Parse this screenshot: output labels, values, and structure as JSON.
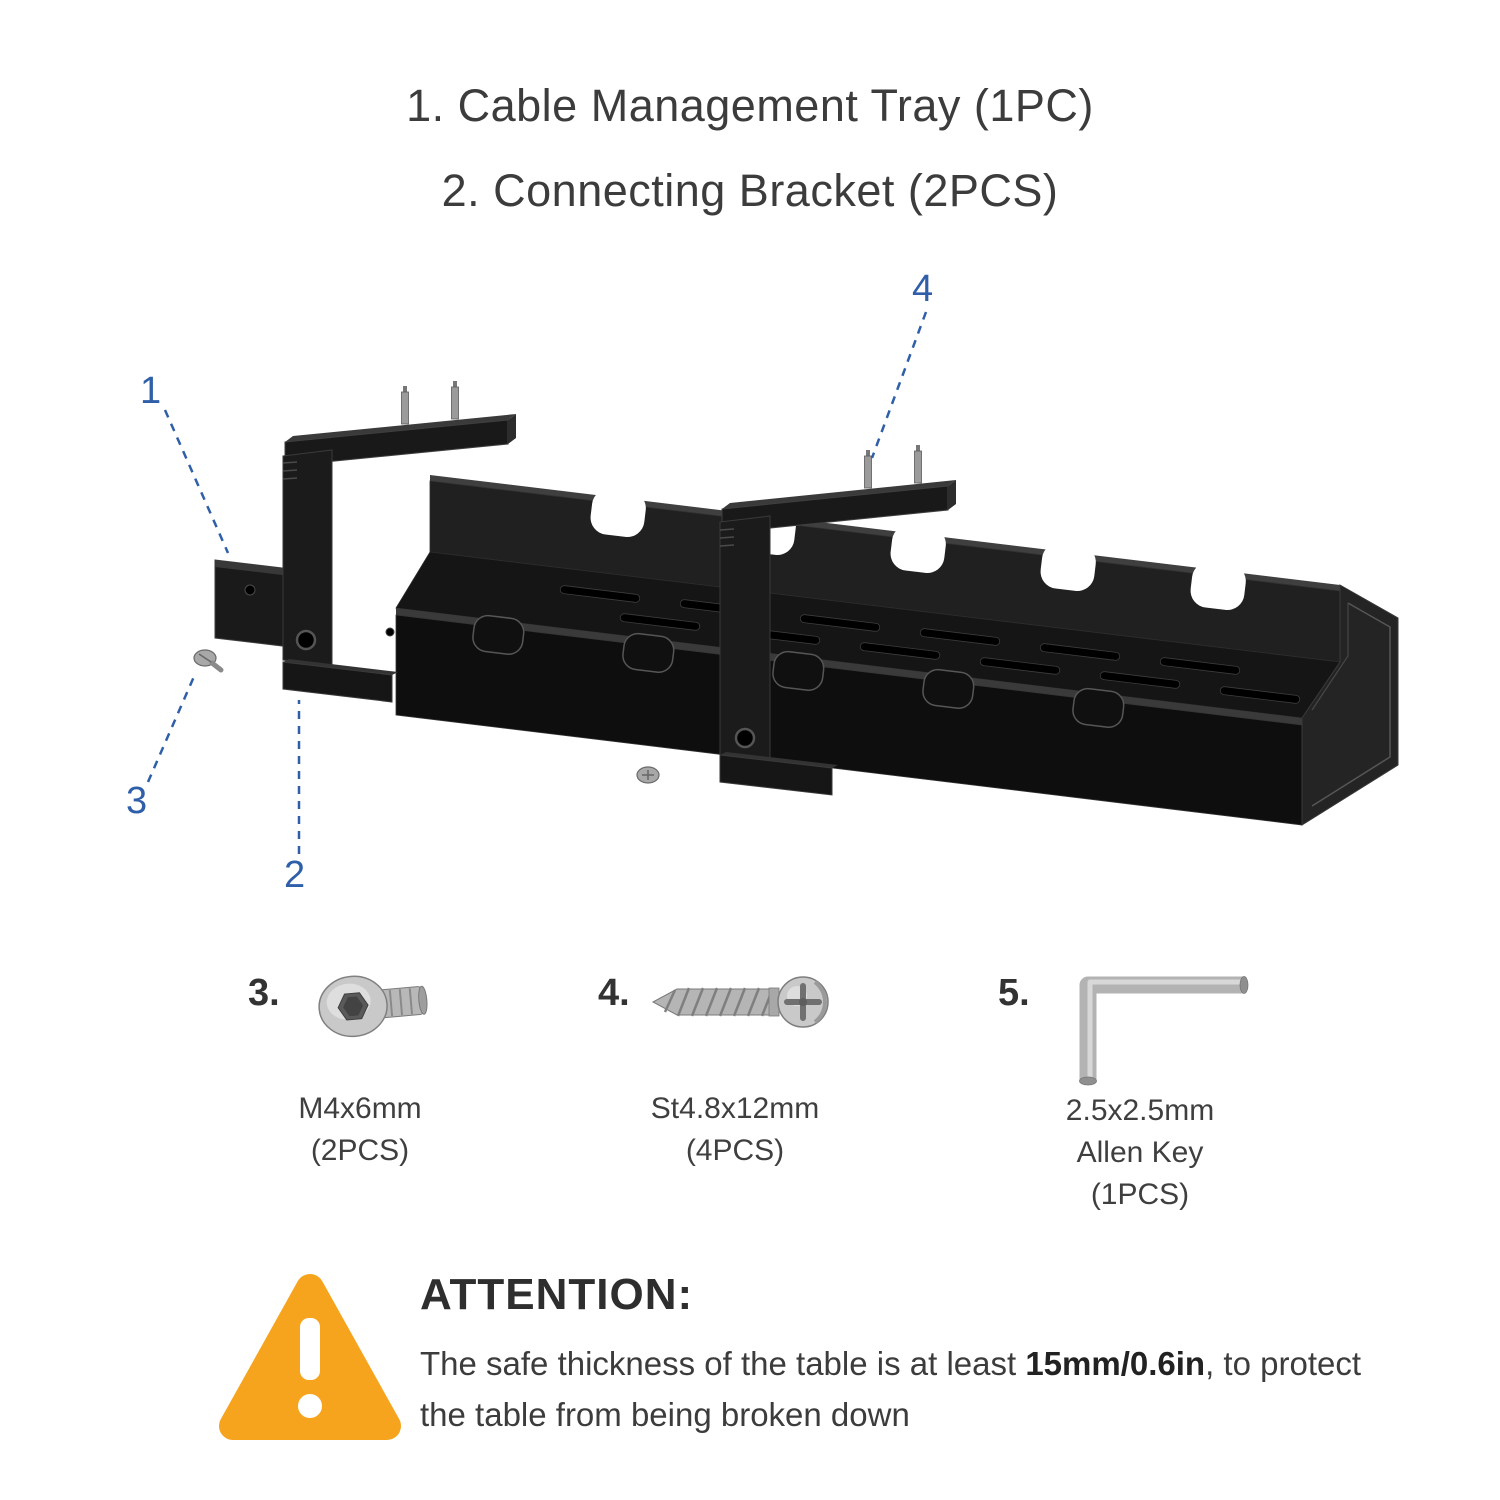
{
  "title": {
    "line1": "1. Cable Management Tray (1PC)",
    "line2": "2. Connecting Bracket (2PCS)"
  },
  "callouts": {
    "c1": "1",
    "c2": "2",
    "c3": "3",
    "c4": "4"
  },
  "parts": [
    {
      "index": "3.",
      "icon": "hex-socket-screw-icon",
      "line1": "M4x6mm",
      "line2": "(2PCS)",
      "line3": ""
    },
    {
      "index": "4.",
      "icon": "self-tapping-screw-icon",
      "line1": "St4.8x12mm",
      "line2": "(4PCS)",
      "line3": ""
    },
    {
      "index": "5.",
      "icon": "allen-key-icon",
      "line1": "2.5x2.5mm",
      "line2": "Allen Key",
      "line3": "(1PCS)"
    }
  ],
  "attention": {
    "icon": "warning-triangle-icon",
    "heading": "ATTENTION:",
    "body_prefix": "The safe thickness of the table is at least ",
    "body_bold": "15mm/0.6in",
    "body_suffix": ", to protect the table from being broken down"
  },
  "colors": {
    "callout_blue": "#2e5fa8",
    "warning_orange": "#F6A41E",
    "text_dark": "#3c3c3c",
    "tray_black": "#161616"
  }
}
